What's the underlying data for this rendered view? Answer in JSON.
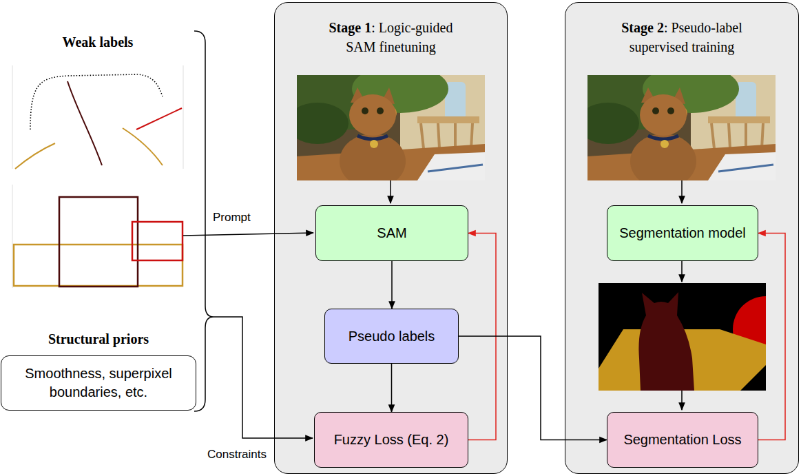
{
  "diagram": {
    "nodes": [
      {
        "text": [
          "Structural priors",
          "Smoothness, superpixel boundaries, etc."
        ]
      },
      {
        "text": [
          "Stage 1",
          ": Logic-guided SAM finetuning"
        ]
      },
      {
        "text": [
          "SAM"
        ],
        "in": 1
      },
      {
        "text": [
          "Pseudo labels"
        ],
        "in": 1
      },
      {
        "text": [
          "Fuzzy Loss (Eq. 2)"
        ],
        "in": 1
      },
      {
        "text": [
          "Stage 2",
          ": Pseudo-label supervised training"
        ]
      },
      {
        "text": [
          "Segmentation model"
        ],
        "in": 5
      },
      {
        "text": [
          "Segmentation Loss"
        ],
        "in": 5
      }
    ],
    "edges": [
      {
        "from": 2,
        "to": 3,
        "arrow": "to"
      },
      {
        "from": 3,
        "to": 4,
        "arrow": "to"
      },
      {
        "from": 4,
        "to": 2,
        "arrow": "to"
      },
      {
        "from": 3,
        "to": 7,
        "arrow": "to"
      },
      {
        "from": 7,
        "to": 6,
        "arrow": "to"
      }
    ],
    "labels": [
      "Weak labels",
      "Prompt",
      "Constraints"
    ]
  }
}
